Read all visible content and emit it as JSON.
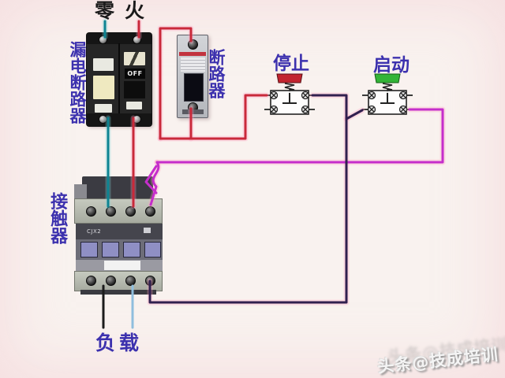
{
  "labels": {
    "neutral": "零",
    "live": "火",
    "leakage_breaker": "漏电断路器",
    "breaker": "断路器",
    "stop": "停止",
    "start": "启动",
    "contactor": "接触器",
    "load": "负载"
  },
  "devices": {
    "leakage_breaker_off_text": "OFF",
    "contactor_model_text": "CJX2"
  },
  "watermark": {
    "text": "头条@技成培训"
  },
  "colors": {
    "wire_live": "#c9293a",
    "wire_neutral": "#0e8492",
    "wire_control": "#31204f",
    "wire_coil": "#c52ecb",
    "wire_load_black": "#1b1b1b",
    "wire_load_blue": "#8fbede",
    "label_blue": "#3c31ae",
    "label_black": "#1a1a1a",
    "stop_cap": "#c2242f",
    "start_cap": "#33b437",
    "background": "#f9f2ef"
  }
}
